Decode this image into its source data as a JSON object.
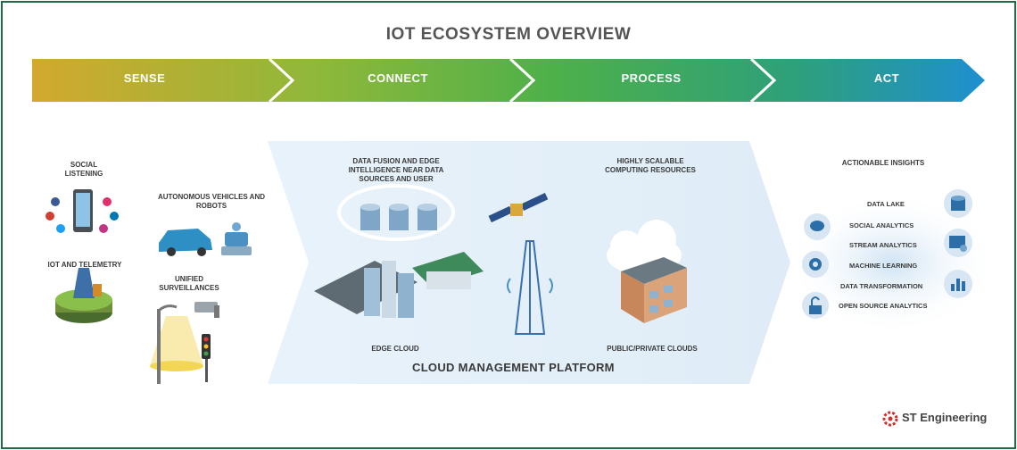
{
  "title": "IOT ECOSYSTEM OVERVIEW",
  "stages": [
    {
      "label": "SENSE",
      "color": "#c9a62f"
    },
    {
      "label": "CONNECT",
      "color": "#7fb43c"
    },
    {
      "label": "PROCESS",
      "color": "#4caf50"
    },
    {
      "label": "ACT",
      "color": "#2a8fc8"
    }
  ],
  "sense": {
    "social_listening": "SOCIAL LISTENING",
    "iot_telemetry": "IOT AND TELEMETRY",
    "autonomous": "AUTONOMOUS VEHICLES AND ROBOTS",
    "surveillance": "UNIFIED SURVEILLANCES"
  },
  "connect": {
    "data_fusion": "DATA FUSION AND EDGE INTELLIGENCE NEAR DATA SOURCES AND USER",
    "edge_cloud": "EDGE CLOUD"
  },
  "process": {
    "scalable": "HIGHLY SCALABLE COMPUTING RESOURCES",
    "clouds": "PUBLIC/PRIVATE CLOUDS"
  },
  "platform": "CLOUD MANAGEMENT PLATFORM",
  "act": {
    "heading": "ACTIONABLE INSIGHTS",
    "items": [
      "DATA LAKE",
      "SOCIAL ANALYTICS",
      "STREAM ANALYTICS",
      "MACHINE LEARNING",
      "DATA TRANSFORMATION",
      "OPEN SOURCE ANALYTICS"
    ]
  },
  "logo": "ST Engineering"
}
